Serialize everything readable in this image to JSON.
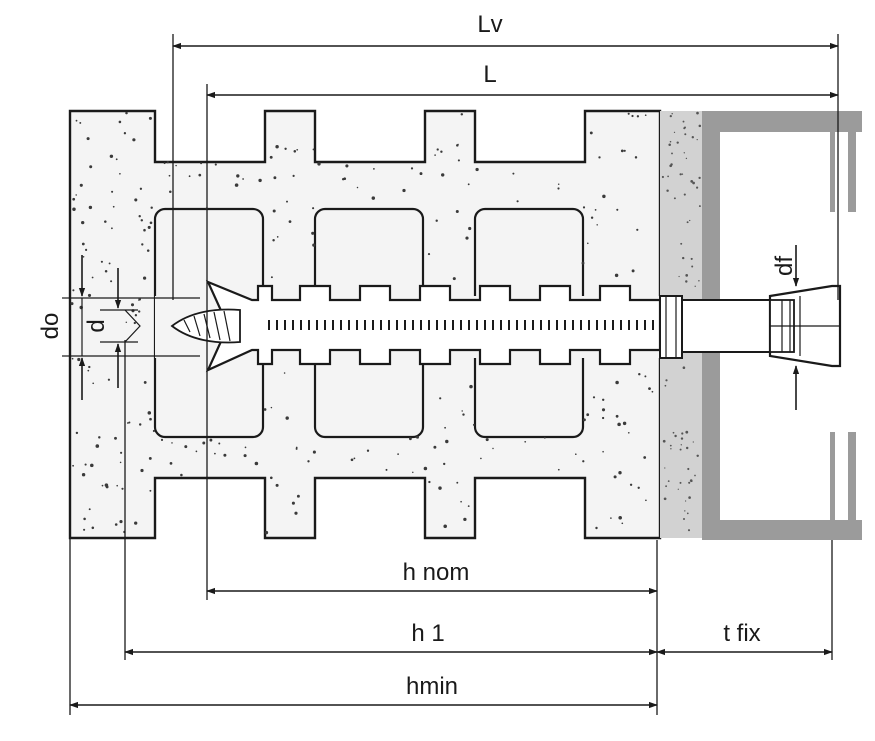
{
  "labels": {
    "lv": "Lv",
    "l": "L",
    "h_nom": "h nom",
    "h1": "h 1",
    "t_fix": "t fix",
    "hmin": "hmin",
    "d0": "do",
    "d": "d",
    "df": "df"
  },
  "colors": {
    "line": "#1a1a1a",
    "masonry": "#f4f4f4",
    "plaster": "#d2d2d2",
    "fixture": "#9b9b9b",
    "speckle": "#3a3a3a"
  },
  "icons": {
    "dowel": "plastic-frame-dowel",
    "screw": "countersunk-screw"
  }
}
